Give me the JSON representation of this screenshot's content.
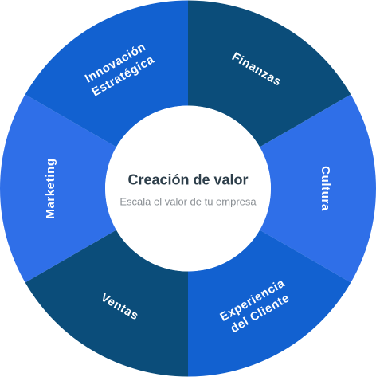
{
  "center": {
    "title": "Creación de valor",
    "subtitle": "Escala el valor de tu empresa"
  },
  "segments": [
    {
      "id": "finanzas",
      "lines": [
        "Finanzas"
      ],
      "color": "#0b4d7a"
    },
    {
      "id": "cultura",
      "lines": [
        "Cultura"
      ],
      "color": "#2f6fe8"
    },
    {
      "id": "experiencia",
      "lines": [
        "Experiencia",
        "del Cliente"
      ],
      "color": "#1261d0"
    },
    {
      "id": "ventas",
      "lines": [
        "Ventas"
      ],
      "color": "#0b4d7a"
    },
    {
      "id": "marketing",
      "lines": [
        "Marketing"
      ],
      "color": "#2f6fe8"
    },
    {
      "id": "innovacion",
      "lines": [
        "Innovación",
        "Estratégica"
      ],
      "color": "#1261d0"
    }
  ]
}
